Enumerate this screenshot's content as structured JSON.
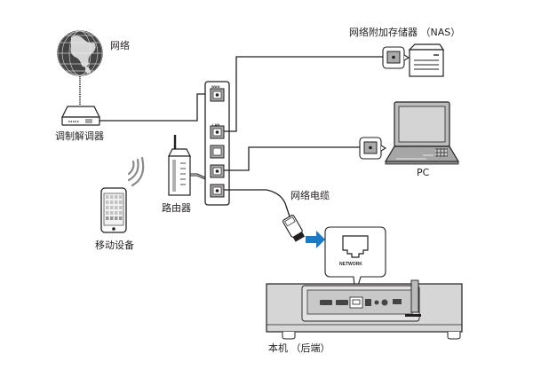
{
  "labels": {
    "internet": "网络",
    "modem": "调制解调器",
    "router": "路由器",
    "mobile": "移动设备",
    "nas": "网络附加存储器 （NAS）",
    "pc": "PC",
    "cable": "网络电缆",
    "unit_rear": "本机 （后端）",
    "network_port": "NETWORK",
    "wan_port": "WAN",
    "lan_port": "LAN"
  },
  "colors": {
    "line": "#231f20",
    "arrow": "#1a7bc4",
    "device_fill": "#d9d9d9",
    "dark_fill": "#8a8a8a"
  }
}
